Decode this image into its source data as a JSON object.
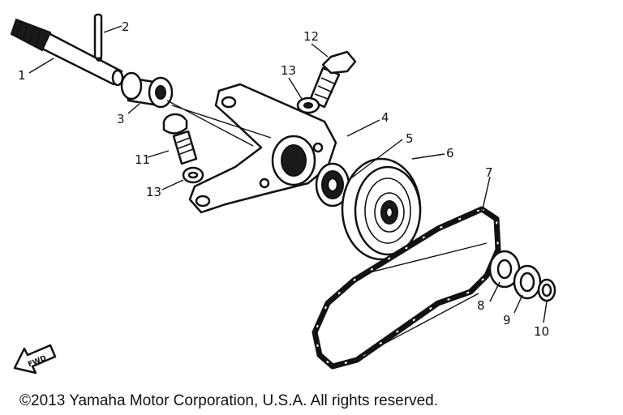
{
  "diagram": {
    "part_labels": [
      "1",
      "2",
      "3",
      "4",
      "5",
      "6",
      "7",
      "8",
      "9",
      "10",
      "11",
      "12",
      "13",
      "13"
    ],
    "direction_marker": "FWD"
  },
  "footer": {
    "copyright": "©2013 Yamaha Motor Corporation, U.S.A. All rights reserved."
  }
}
